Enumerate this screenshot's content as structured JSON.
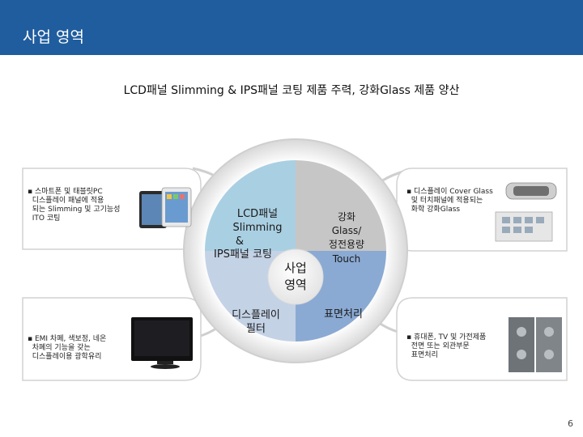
{
  "header": {
    "title": "사업 영역"
  },
  "headline": "LCD패널 Slimming & IPS패널 코팅 제품 주력, 강화Glass 제품 양산",
  "quadrants": {
    "top_left": [
      "LCD패널",
      "Slimming",
      "&",
      "IPS패널 코팅"
    ],
    "top_right": [
      "강화",
      "Glass/",
      "정전용량",
      "Touch"
    ],
    "bottom_left": [
      "디스플레이",
      "필터"
    ],
    "bottom_right": [
      "표면처리"
    ],
    "center": [
      "사업",
      "영역"
    ]
  },
  "descriptions": {
    "top_left": [
      "스마트폰 및 태블릿PC",
      "디스플레이 패널에 적용",
      "되는 Slimming 및 고기능성",
      "ITO 코팅"
    ],
    "bottom_left": [
      "EMI 차폐, 색보정, 네온",
      "차폐의 기능을 갖는",
      "디스플레이용 광학유리"
    ],
    "top_right": [
      "디스플레이 Cover Glass",
      "및 터치패널에 적용되는",
      "화학 강화Glass"
    ],
    "bottom_right": [
      "휴대폰, TV 및 가전제품",
      "전면 또는 외관부문",
      "표면처리"
    ]
  },
  "page_number": "6",
  "colors": {
    "header_bar": "#1f5d9e",
    "quadrant_light": "#a9cfe2",
    "quadrant_gray": "#c6c6c6",
    "quadrant_pale": "#c4d2e6",
    "quadrant_blue": "#8aaad3"
  }
}
